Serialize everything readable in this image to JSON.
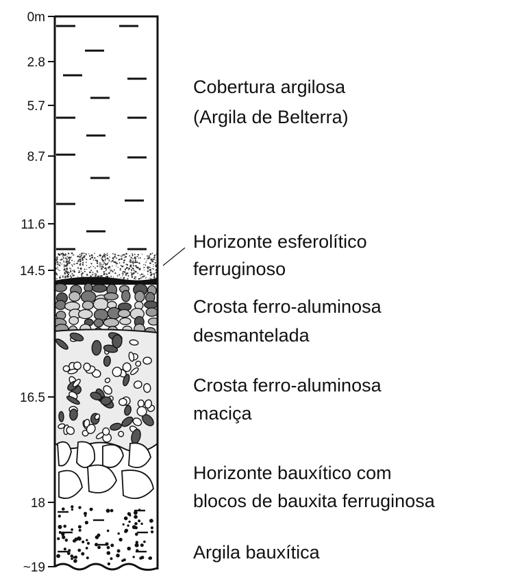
{
  "depth_axis": {
    "labels": [
      "0m",
      "2.8",
      "5.7",
      "8.7",
      "11.6",
      "14.5",
      "16.5",
      "18",
      "~19"
    ]
  },
  "units": [
    {
      "lines": [
        "Cobertura argilosa",
        "(Argila de Belterra)"
      ]
    },
    {
      "lines": [
        "Horizonte esferolítico",
        "ferruginoso"
      ]
    },
    {
      "lines": [
        "Crosta ferro-aluminosa",
        "desmantelada"
      ]
    },
    {
      "lines": [
        "Crosta ferro-aluminosa",
        "maciça"
      ]
    },
    {
      "lines": [
        "Horizonte bauxítico com",
        "blocos de bauxita ferruginosa"
      ]
    },
    {
      "lines": [
        "Argila bauxítica"
      ]
    }
  ],
  "colors": {
    "ink": "#111111",
    "nodule_dark": "#555555",
    "nodule_mid": "#9a9a9a",
    "nodule_light": "#d8d8d8",
    "crust_fill": "#ececec"
  }
}
